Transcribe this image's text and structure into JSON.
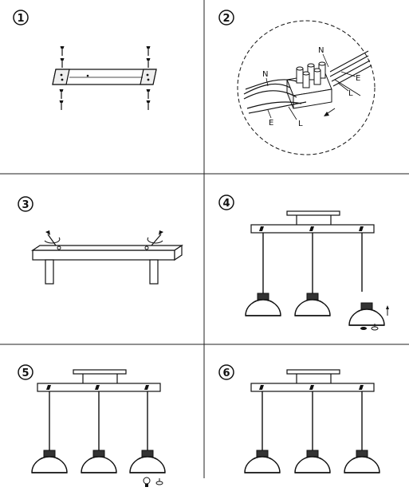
{
  "steps": [
    {
      "number": "1"
    },
    {
      "number": "2",
      "labels": {
        "n_top": "N",
        "e_top": "E",
        "l_top": "L",
        "n_mid": "N",
        "e_bottom": "E",
        "l_bottom": "L"
      }
    },
    {
      "number": "3"
    },
    {
      "number": "4"
    },
    {
      "number": "5"
    },
    {
      "number": "6"
    }
  ]
}
